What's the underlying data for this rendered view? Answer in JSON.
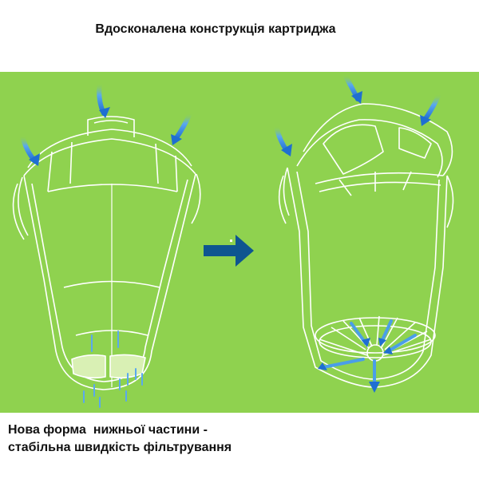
{
  "title": "Вдосконалена конструкція картриджа",
  "caption": {
    "line1": "Нова форма  нижньої частини -",
    "line2": "стабільна швидкість фільтрування"
  },
  "colors": {
    "background": "#8fd24f",
    "outline": "#ffffff",
    "water_arrow": "#3a8fe0",
    "transition_arrow": "#0e5590"
  },
  "figures": [
    "old-cartridge",
    "new-cartridge"
  ]
}
